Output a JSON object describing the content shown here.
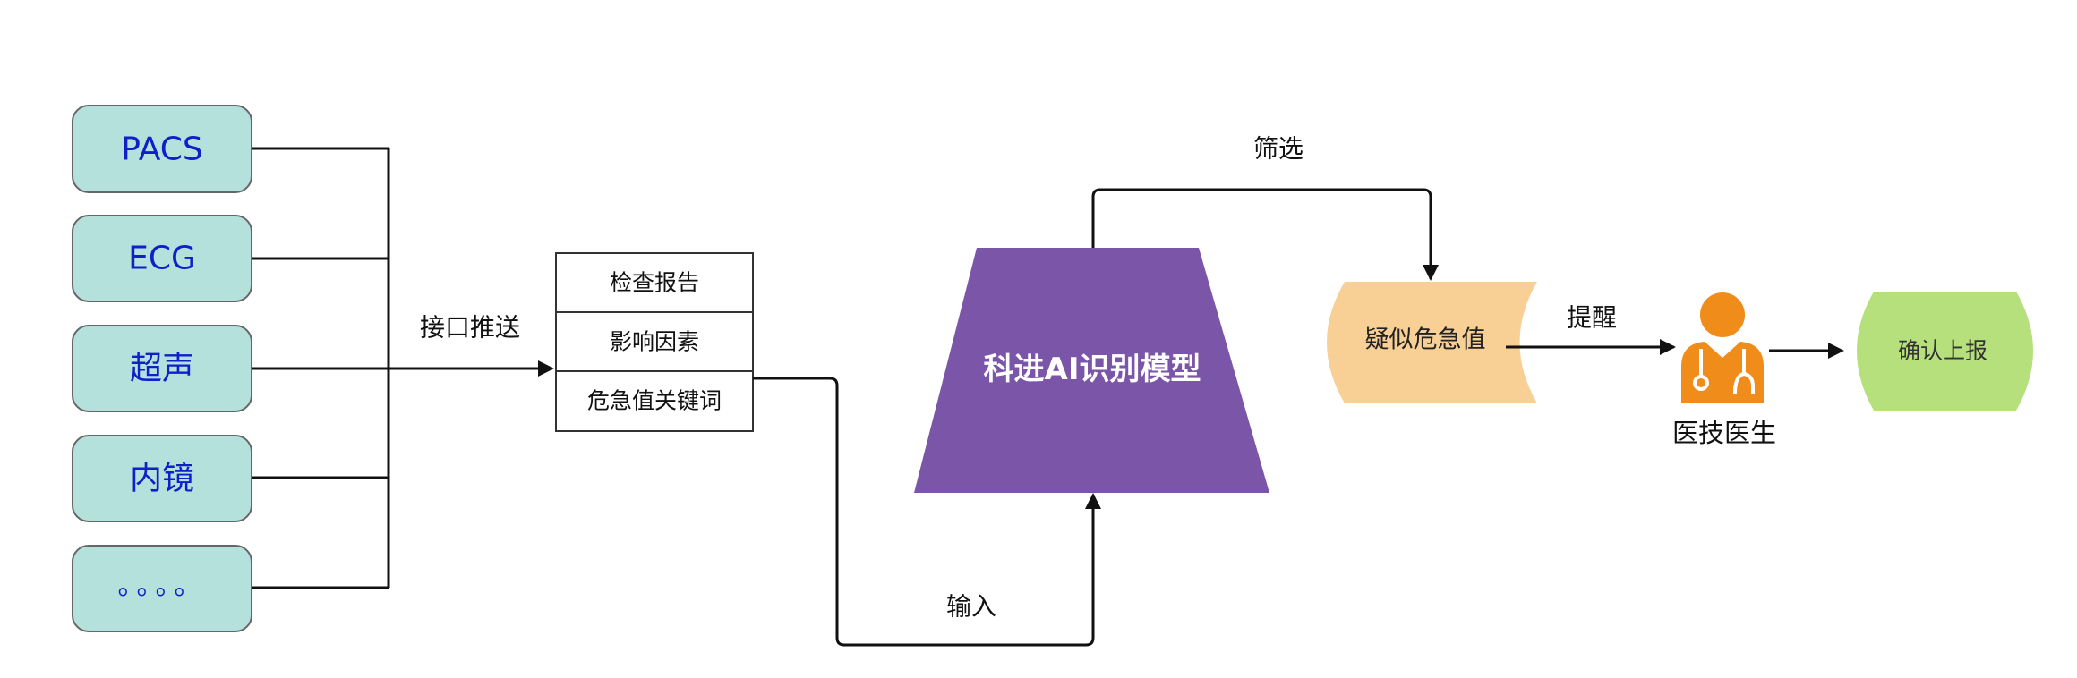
{
  "sources": [
    {
      "label": "PACS"
    },
    {
      "label": "ECG"
    },
    {
      "label": "超声"
    },
    {
      "label": "内镜"
    },
    {
      "label": "。。。。"
    }
  ],
  "push_label": "接口推送",
  "report_fields": [
    "检查报告",
    "影响因素",
    "危急值关键词"
  ],
  "input_label": "输入",
  "model_label": "科进AI识别模型",
  "filter_label": "筛选",
  "suspect_label": "疑似危急值",
  "remind_label": "提醒",
  "doctor_label": "医技医生",
  "confirm_label": "确认上报",
  "colors": {
    "source_fill": "#b4e1db",
    "source_text": "#1020c8",
    "model_fill": "#7b55a8",
    "suspect_fill": "#f8cf94",
    "doctor_icon": "#f08c1a",
    "confirm_fill": "#b6e07c"
  }
}
